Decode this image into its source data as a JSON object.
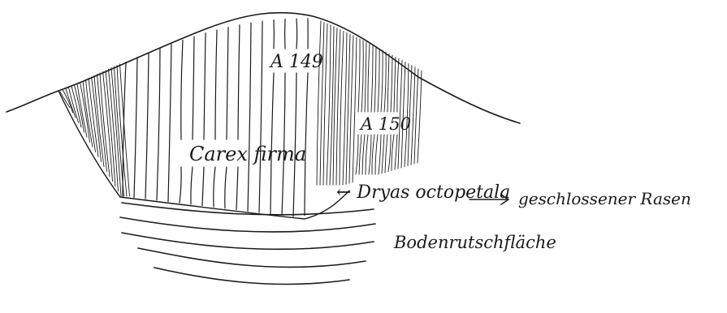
{
  "labels": {
    "sample_149": "A 149",
    "sample_150": "A 150",
    "carex": "Carex firma",
    "dryas": "← Dryas octopetala",
    "rasen": "geschlossener Rasen",
    "rutsch": "Bodenrutschfläche"
  },
  "colors": {
    "ink": "#1a1a1a",
    "paper": "#ffffff"
  }
}
